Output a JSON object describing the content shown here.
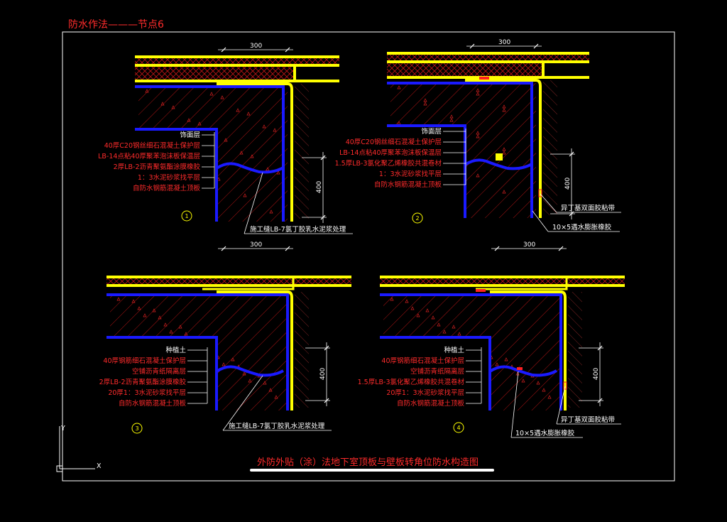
{
  "header": {
    "text": "防水作法———节点6"
  },
  "title": {
    "text": "外防外贴（涂）法地下室顶板与壁板转角位防水构造图"
  },
  "colors": {
    "background": "#000000",
    "waterproof": "#ffff00",
    "concrete_edge": "#1a1aff",
    "hatch": "#ff2020",
    "frame": "#ffffff",
    "text": "#ff2b2b"
  },
  "ucs_icon": {
    "y_label": "Y",
    "x_label": "X"
  },
  "details": [
    {
      "number": "1",
      "dim_top": "300",
      "dim_side": "400",
      "layers": [
        "饰面层",
        "40厚C20钢丝细石混凝土保护层",
        "LB-14点粘40厚聚苯泡沫板保温层",
        "2厚LB-2沥青聚氨酯涂膜橡胶",
        "1：3水泥砂浆找平层",
        "自防水钢筋混凝土顶板"
      ],
      "notes": [
        "施工缝LB-7氯丁胶乳水泥浆处理"
      ]
    },
    {
      "number": "2",
      "dim_top": "300",
      "dim_side": "400",
      "layers": [
        "饰面层",
        "40厚C20钢丝细石混凝土保护层",
        "LB-14点粘40厚聚苯泡沫板保温层",
        "1.5厚LB-3氯化聚乙烯橡胶共混卷材",
        "1：3水泥砂浆找平层",
        "自防水钢筋混凝土顶板"
      ],
      "notes": [
        "异丁基双面胶粘带",
        "10×5遇水膨胀橡胶"
      ]
    },
    {
      "number": "3",
      "dim_top": "300",
      "dim_side": "400",
      "layers": [
        "种植土",
        "40厚钢筋细石混凝土保护层",
        "空铺沥青纸隔离层",
        "2厚LB-2沥青聚氨酯涂膜橡胶",
        "20厚1：3水泥砂浆找平层",
        "自防水钢筋混凝土顶板"
      ],
      "notes": [
        "施工缝LB-7氯丁胶乳水泥浆处理"
      ]
    },
    {
      "number": "4",
      "dim_top": "300",
      "dim_side": "400",
      "layers": [
        "种植土",
        "40厚钢筋细石混凝土保护层",
        "空铺沥青纸隔离层",
        "1.5厚LB-3氯化聚乙烯橡胶共混卷材",
        "20厚1：3水泥砂浆找平层",
        "自防水钢筋混凝土顶板"
      ],
      "notes": [
        "异丁基双面胶粘带",
        "10×5遇水膨胀橡胶"
      ]
    }
  ]
}
